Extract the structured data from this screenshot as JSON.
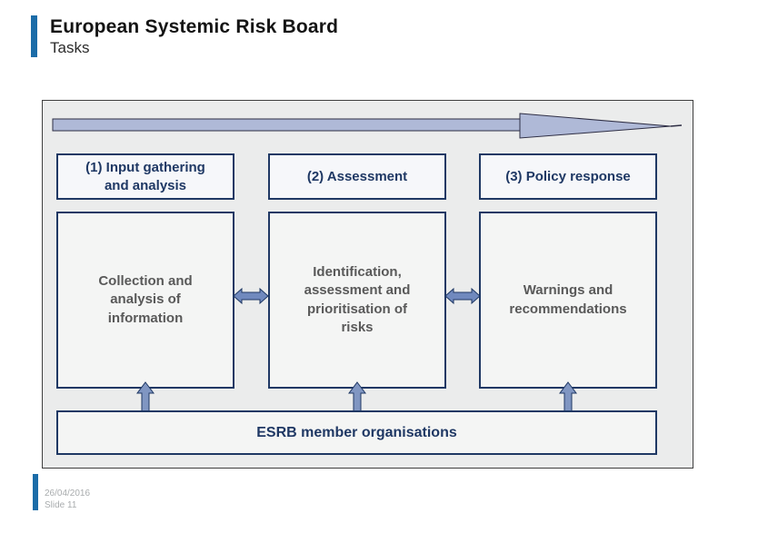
{
  "header": {
    "title": "European Systemic Risk Board",
    "subtitle": "Tasks"
  },
  "diagram": {
    "columns": [
      {
        "header": "(1) Input gathering and analysis",
        "body": "Collection and analysis of information"
      },
      {
        "header": "(2) Assessment",
        "body": "Identification, assessment and prioritisation of risks"
      },
      {
        "header": "(3) Policy response",
        "body": "Warnings and recommendations"
      }
    ],
    "bottom_box": "ESRB member organisations",
    "icons": {
      "timeline": "right-tapered-arrow",
      "between_boxes": "double-headed-arrow",
      "from_bottom_box": "up-arrow"
    }
  },
  "footer": {
    "date": "26/04/2016",
    "slide": "Slide 11"
  },
  "colors": {
    "accent_bar": "#1B6CA8",
    "navy_text_border": "#1F3864",
    "body_text": "#595959",
    "container_bg": "#EBECEC",
    "box_bg": "#F4F5F4",
    "timeline_arrow_fill": "#AFB9D7",
    "connector_arrow_fill": "#7089BE",
    "footer_text": "#A9ACAE"
  }
}
